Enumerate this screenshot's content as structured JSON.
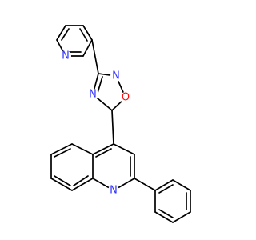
{
  "molecule": {
    "colors": {
      "bond": "#000000",
      "N": "#3333ff",
      "O": "#ff0d0d",
      "background": "#ffffff"
    },
    "atoms": {
      "n_pyridine": {
        "label": "N",
        "element": "N"
      },
      "n_oxadiazole_top": {
        "label": "N",
        "element": "N"
      },
      "o_oxadiazole": {
        "label": "O",
        "element": "O"
      },
      "n_oxadiazole_left": {
        "label": "N",
        "element": "N"
      },
      "n_quinoline": {
        "label": "N",
        "element": "N"
      }
    }
  }
}
